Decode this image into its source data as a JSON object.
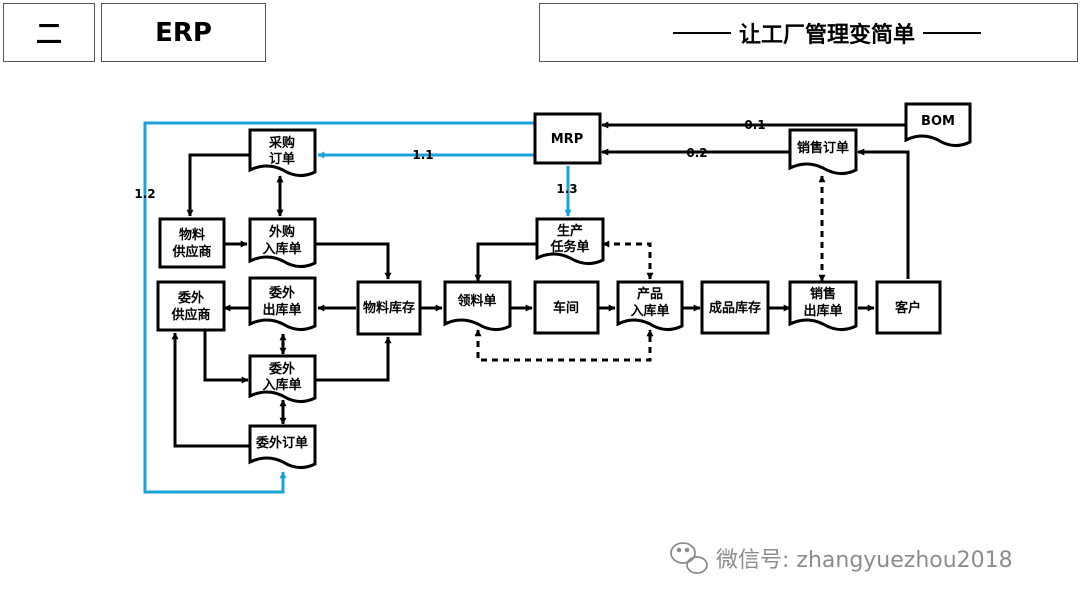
{
  "header": {
    "section_number": "二",
    "topic": "ERP",
    "title": "让工厂管理变简单"
  },
  "diagram": {
    "nodes": {
      "mrp": "MRP",
      "bom": "BOM",
      "purchase_order_1": "采购",
      "purchase_order_2": "订单",
      "sales_order": "销售订单",
      "material_supplier_1": "物料",
      "material_supplier_2": "供应商",
      "purchase_receipt_1": "外购",
      "purchase_receipt_2": "入库单",
      "production_task_1": "生产",
      "production_task_2": "任务单",
      "outsource_supplier_1": "委外",
      "outsource_supplier_2": "供应商",
      "outsource_issue_1": "委外",
      "outsource_issue_2": "出库单",
      "material_stock": "物料库存",
      "requisition": "领料单",
      "workshop": "车间",
      "product_receipt_1": "产品",
      "product_receipt_2": "入库单",
      "finished_stock": "成品库存",
      "sales_issue_1": "销售",
      "sales_issue_2": "出库单",
      "customer": "客户",
      "outsource_receipt_1": "委外",
      "outsource_receipt_2": "入库单",
      "outsource_order": "委外订单"
    },
    "edge_labels": {
      "e01": "0.1",
      "e02": "0.2",
      "e11": "1.1",
      "e12": "1.2",
      "e13": "1.3"
    },
    "colors": {
      "flow": "#000000",
      "mrp_flow": "#1aa3d9"
    }
  },
  "watermark": {
    "text": "微信号: zhangyuezhou2018",
    "icon": "wechat-icon"
  }
}
